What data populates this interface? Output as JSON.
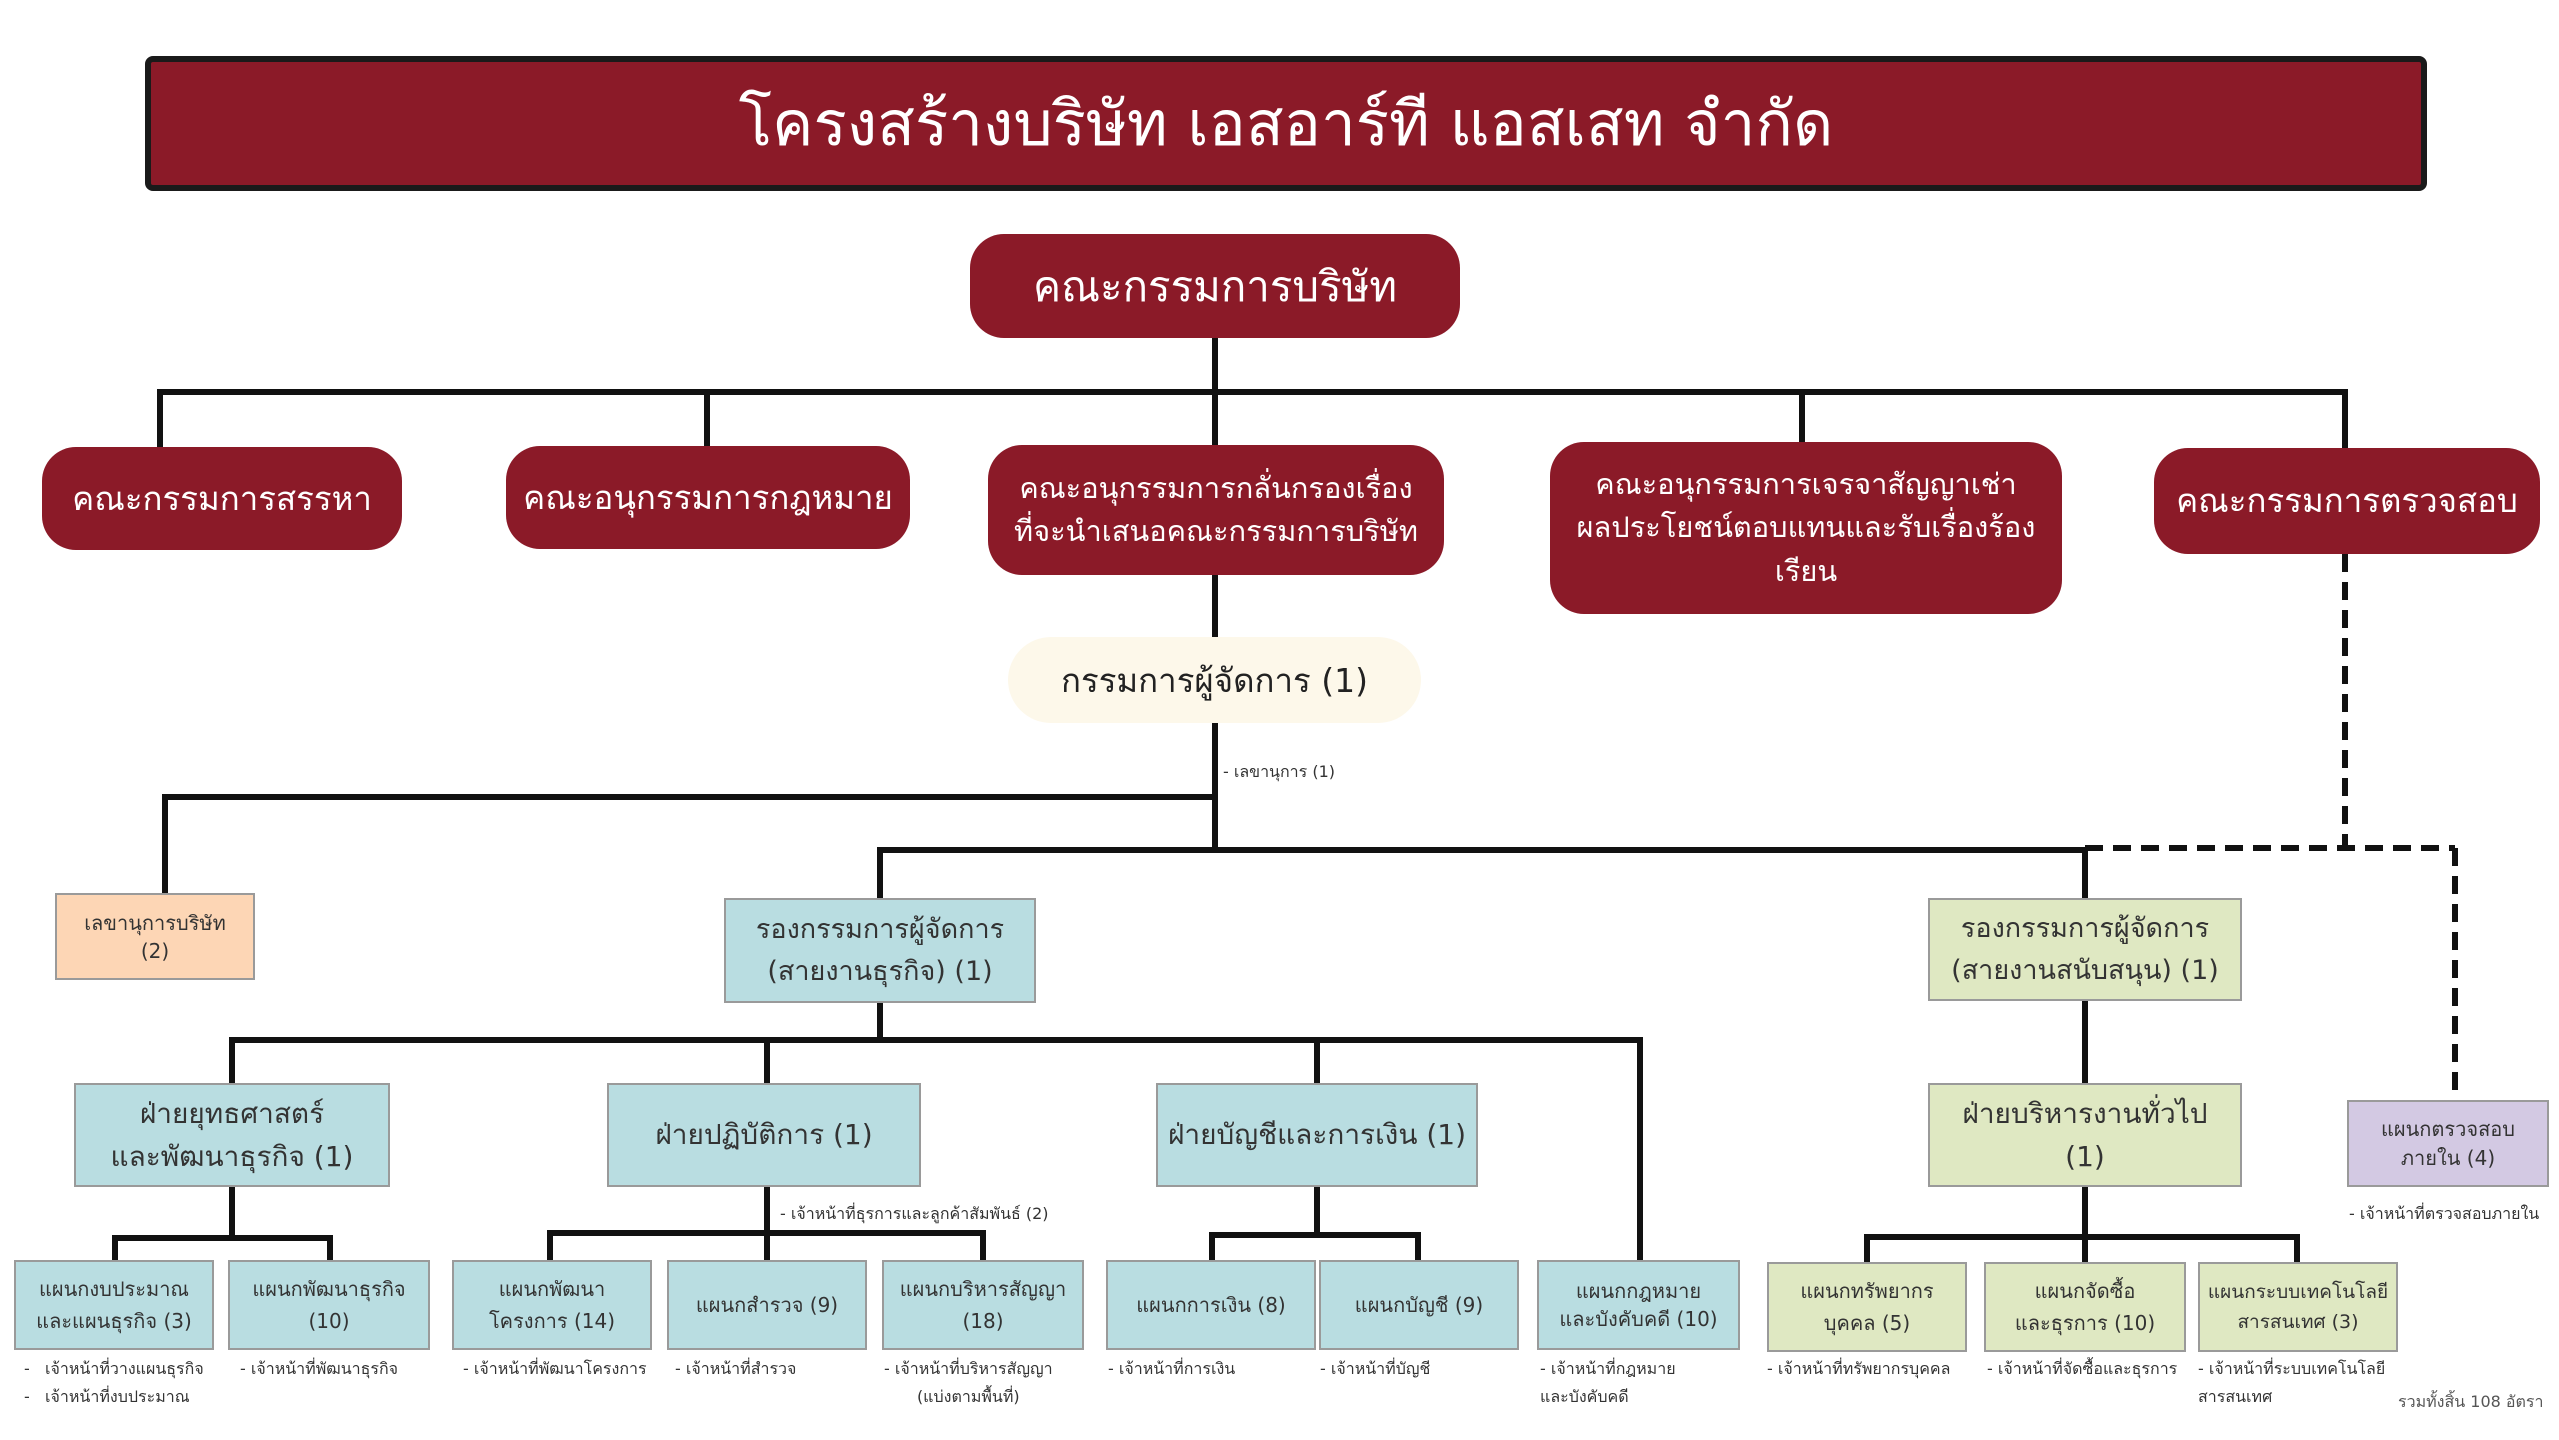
{
  "title": "โครงสร้างบริษัท เอสอาร์ที แอสเสท จำกัด",
  "board": "คณะกรรมการบริษัท",
  "committees": [
    "คณะกรรมการสรรหา",
    "คณะอนุกรรมการกฎหมาย",
    "คณะอนุกรรมการกลั่นกรองเรื่อง\nที่จะนำเสนอคณะกรรมการบริษัท",
    "คณะอนุกรรมการเจรจาสัญญาเช่า\nผลประโยชน์ตอบแทนและรับเรื่องร้องเรียน",
    "คณะกรรมการตรวจสอบ"
  ],
  "managing_director": "กรรมการผู้จัดการ (1)",
  "md_note": "- เลขานุการ (1)",
  "company_secretary": "เลขานุการบริษัท\n(2)",
  "deputy_business": "รองกรรมการผู้จัดการ\n(สายงานธุรกิจ) (1)",
  "deputy_support": "รองกรรมการผู้จัดการ\n(สายงานสนับสนุน) (1)",
  "divisions": {
    "strategy": "ฝ่ายยุทธศาสตร์\nและพัฒนาธุรกิจ (1)",
    "operations": "ฝ่ายปฏิบัติการ (1)",
    "operations_note": "- เจ้าหน้าที่ธุรการและลูกค้าสัมพันธ์ (2)",
    "finance": "ฝ่ายบัญชีและการเงิน (1)",
    "general": "ฝ่ายบริหารงานทั่วไป\n(1)"
  },
  "internal_audit": "แผนกตรวจสอบ\nภายใน (4)",
  "internal_audit_note": "- เจ้าหน้าที่ตรวจสอบภายใน",
  "departments": [
    {
      "label": "แผนกงบประมาณ\nและแผนธุรกิจ (3)",
      "note": "-   เจ้าหน้าที่วางแผนธุรกิจ\n-   เจ้าหน้าที่งบประมาณ"
    },
    {
      "label": "แผนกพัฒนาธุรกิจ\n(10)",
      "note": "- เจ้าหน้าที่พัฒนาธุรกิจ"
    },
    {
      "label": "แผนกพัฒนา\nโครงการ (14)",
      "note": "- เจ้าหน้าที่พัฒนาโครงการ"
    },
    {
      "label": "แผนกสำรวจ (9)",
      "note": "- เจ้าหน้าที่สำรวจ"
    },
    {
      "label": "แผนกบริหารสัญญา\n(18)",
      "note": "- เจ้าหน้าที่บริหารสัญญา\n(แบ่งตามพื้นที่)"
    },
    {
      "label": "แผนกการเงิน (8)",
      "note": "- เจ้าหน้าที่การเงิน"
    },
    {
      "label": "แผนกบัญชี (9)",
      "note": "- เจ้าหน้าที่บัญชี"
    },
    {
      "label": "แผนกกฎหมาย\nและบังคับคดี (10)",
      "note": "- เจ้าหน้าที่กฎหมาย\nและบังคับคดี"
    },
    {
      "label": "แผนกทรัพยากร\nบุคคล (5)",
      "note": "- เจ้าหน้าที่ทรัพยากรบุคคล"
    },
    {
      "label": "แผนกจัดซื้อ\nและธุรการ (10)",
      "note": "- เจ้าหน้าที่จัดซื้อและธุรการ"
    },
    {
      "label": "แผนกระบบเทคโนโลยี\nสารสนเทศ (3)",
      "note": "- เจ้าหน้าที่ระบบเทคโนโลยี\nสารสนเทศ"
    }
  ],
  "total": "รวมทั้งสิ้น 108 อัตรา"
}
